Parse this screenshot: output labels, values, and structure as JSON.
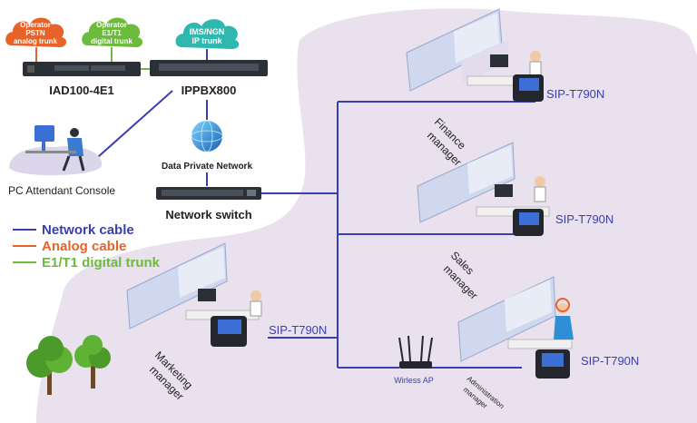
{
  "clouds": {
    "pstn": [
      "Operator",
      "PSTN",
      "analog trunk"
    ],
    "e1t1": [
      "Operator",
      "E1/T1",
      "digital trunk"
    ],
    "ims": [
      "IMS/NGN",
      "IP trunk"
    ]
  },
  "devices": {
    "iad": "IAD100-4E1",
    "ippbx": "IPPBX800",
    "dpn": "Data Private Network",
    "attendant": "PC Attendant Console",
    "switch": "Network switch",
    "wireless_ap": "Wirless AP"
  },
  "legend": {
    "network": "Network cable",
    "analog": "Analog cable",
    "digital": "E1/T1 digital trunk"
  },
  "phones": {
    "finance": "SIP-T790N",
    "sales": "SIP-T790N",
    "marketing": "SIP-T790N",
    "admin": "SIP-T790N"
  },
  "roles": {
    "finance": [
      "Finance",
      "manager"
    ],
    "sales": [
      "Sales",
      "manager"
    ],
    "marketing": [
      "Marketing",
      "manager"
    ],
    "admin": [
      "Administration",
      "manager"
    ]
  },
  "colors": {
    "network": "#3a3fb0",
    "analog": "#e8632a",
    "digital": "#6cbb3c",
    "background_blob": "#e9e1ee"
  }
}
